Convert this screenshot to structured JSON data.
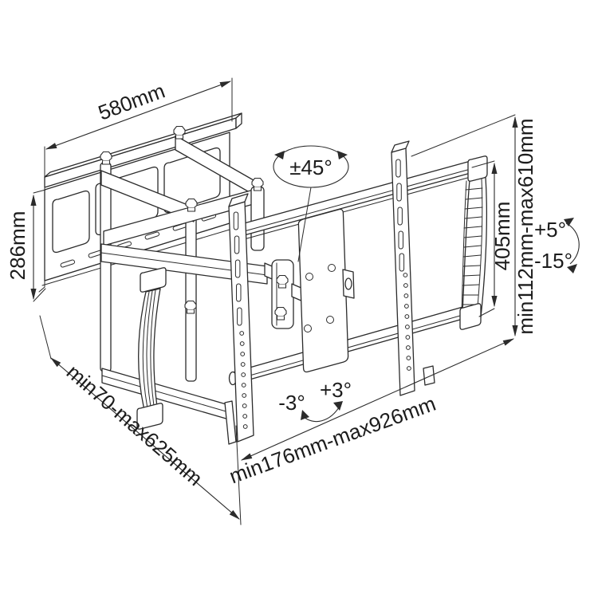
{
  "figure": {
    "title": "TV wall mount bracket dimension diagram",
    "type": "isometric technical line drawing"
  },
  "dimensions": {
    "wall_plate_width": "580mm",
    "wall_plate_height": "286mm",
    "swivel_range": "±45°",
    "mount_height_range": "min112mm-max610mm",
    "bracket_rail_height": "405mm",
    "tilt_up": "+5°",
    "tilt_down": "-15°",
    "extension_range": "min70-max625mm",
    "level_left": "-3°",
    "level_right": "+3°",
    "rail_width_range": "min176mm-max926mm"
  }
}
